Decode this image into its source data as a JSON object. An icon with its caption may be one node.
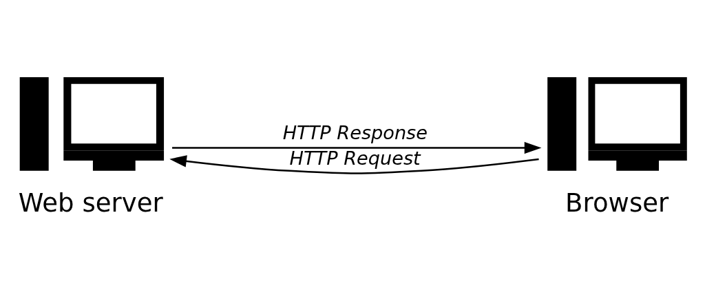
{
  "diagram": {
    "nodes": [
      {
        "text": [
          "Web server"
        ]
      },
      {
        "text": [
          "Browser"
        ]
      }
    ],
    "edges": [
      {
        "from": 1,
        "to": 0,
        "arrow": "to",
        "label": "HTTP Request"
      },
      {
        "from": 0,
        "to": 1,
        "arrow": "to",
        "label": "HTTP Response"
      }
    ]
  }
}
